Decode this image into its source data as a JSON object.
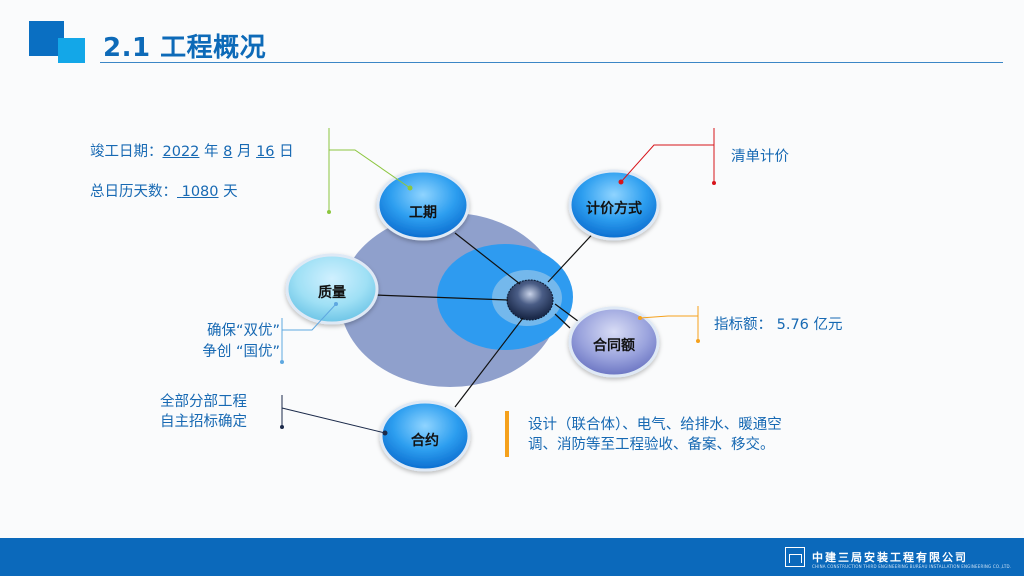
{
  "header": {
    "title": "2.1  工程概况"
  },
  "diagram": {
    "nodes": {
      "duration": "工期",
      "pricing": "计价方式",
      "quality": "质量",
      "contract_amount": "合同额",
      "contract": "合约"
    },
    "annotations": {
      "completion_prefix": "竣工日期：",
      "year": "2022",
      "year_unit": "年",
      "month": "8",
      "month_unit": "月",
      "day": "16",
      "day_unit": "日",
      "days_prefix": "总日历天数：",
      "days_gap": " ",
      "days": "1080",
      "days_unit": "天",
      "pricing_text": "清单计价",
      "quality_line1": "确保“双优”",
      "quality_line2": "争创 “国优”",
      "amount_text": "指标额： 5.76 亿元",
      "contract_line1": "全部分部工程",
      "contract_line2": "自主招标确定",
      "scope_line1": "设计（联合体）、电气、给排水、暖通空",
      "scope_line2": "调、消防等至工程验收、备案、移交。"
    },
    "colors": {
      "accent": "#0d6ab8",
      "green": "#8cc63f",
      "red": "#d7141a",
      "yellow": "#f5a11c",
      "navy": "#1b2a4a",
      "light_blue": "#5fa8e0"
    }
  },
  "footer": {
    "company_name": "中建三局安装工程有限公司",
    "company_name_en": "CHINA CONSTRUCTION THIRD ENGINEERING BUREAU INSTALLATION ENGINEERING CO.,LTD."
  }
}
